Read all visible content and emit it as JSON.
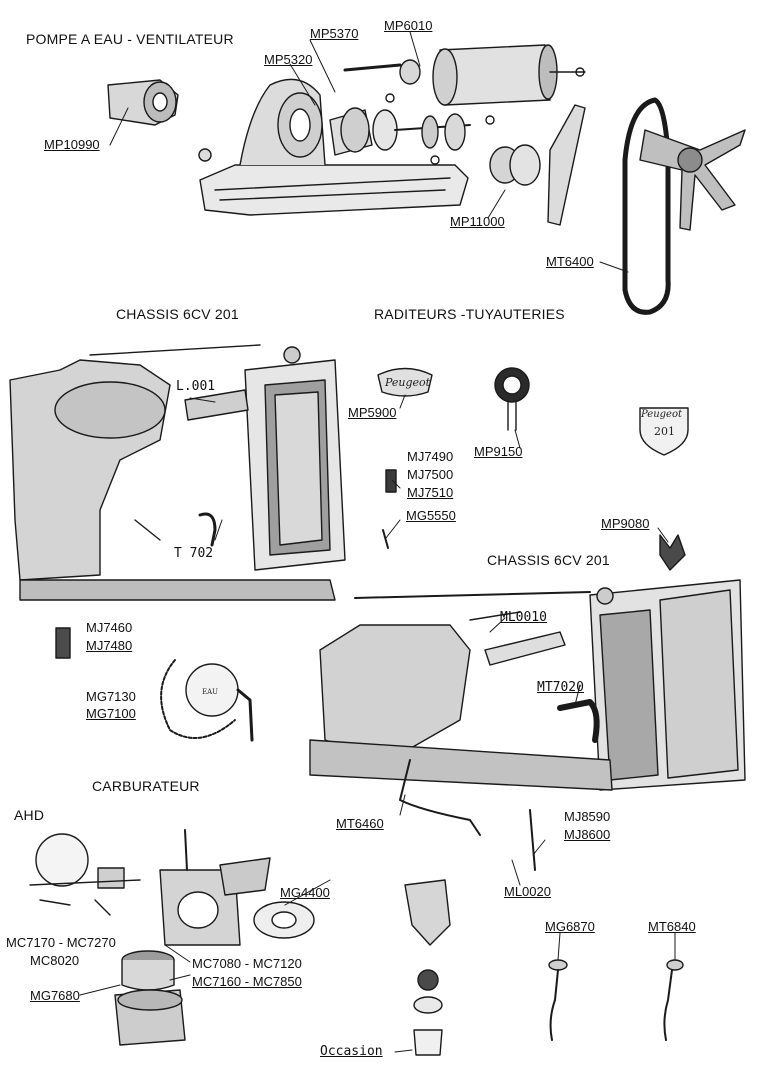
{
  "sections": {
    "pompe": "POMPE A EAU - VENTILATEUR",
    "chassis_left": "CHASSIS 6CV 201",
    "radiateurs": "RADITEURS -TUYAUTERIES",
    "chassis_right": "CHASSIS 6CV 201",
    "carburateur": "CARBURATEUR",
    "ahd": "AHD"
  },
  "parts": {
    "mp5370": "MP5370",
    "mp6010": "MP6010",
    "mp5320": "MP5320",
    "mp10990": "MP10990",
    "mp11000": "MP11000",
    "mt6400": "MT6400",
    "l001": "L.001",
    "t702": "T 702",
    "mp5900": "MP5900",
    "mp9150": "MP9150",
    "mj7490": "MJ7490",
    "mj7500": "MJ7500",
    "mj7510": "MJ7510",
    "mg5550": "MG5550",
    "mp9080": "MP9080",
    "ml0010": "ML0010",
    "mt7020": "MT7020",
    "mj7460": "MJ7460",
    "mj7480": "MJ7480",
    "mg7130": "MG7130",
    "mg7100": "MG7100",
    "mt6460": "MT6460",
    "mj8590": "MJ8590",
    "mj8600": "MJ8600",
    "ml0020": "ML0020",
    "mg4400": "MG4400",
    "mc7170_7270": "MC7170 - MC7270",
    "mc8020": "MC8020",
    "mc7080_7120": "MC7080 - MC7120",
    "mc7160_7850": "MC7160 - MC7850",
    "mg7680": "MG7680",
    "mg6870": "MG6870",
    "mt6840": "MT6840",
    "occasion": "Occasion"
  },
  "emblems": {
    "peugeot": "Peugeot",
    "peugeot_shield_line1": "Peugeot",
    "peugeot_shield_line2": "201",
    "gauge_text": "EAU"
  }
}
